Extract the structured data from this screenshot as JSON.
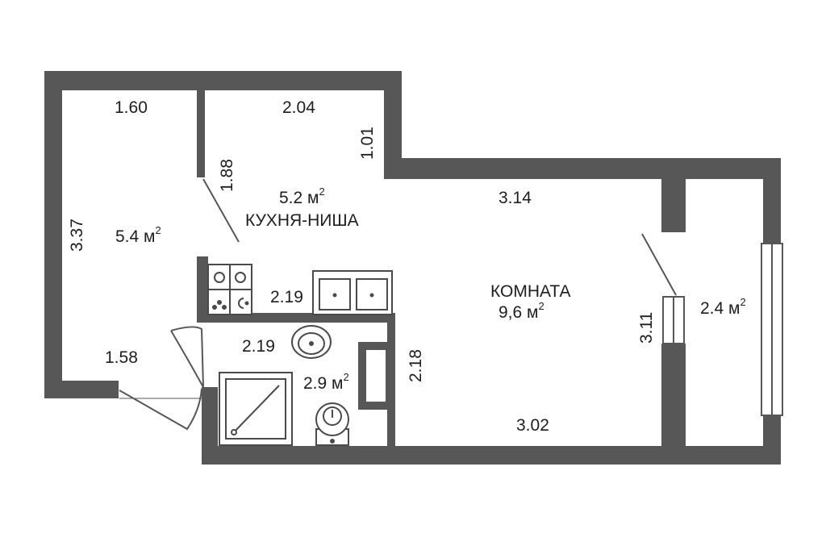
{
  "rooms": [
    {
      "id": "hall",
      "area": "5.4 м",
      "sup": "2"
    },
    {
      "id": "kitchen",
      "area": "5.2 м",
      "sup": "2",
      "name": "КУХНЯ-НИША"
    },
    {
      "id": "room",
      "name": "КОМНАТА",
      "area": "9,6 м",
      "sup": "2"
    },
    {
      "id": "bath",
      "area": "2.9 м",
      "sup": "2"
    },
    {
      "id": "balcony",
      "area": "2.4 м",
      "sup": "2"
    }
  ],
  "dimensions": {
    "hall_top": "1.60",
    "hall_left": "3.37",
    "hall_bottom": "1.58",
    "hall_kitchen_wall": "1.88",
    "kitchen_top": "2.04",
    "kitchen_step": "1.01",
    "room_top": "3.14",
    "kitchen_counter": "2.19",
    "bath_top": "2.19",
    "bath_right": "2.18",
    "room_right": "3.11",
    "room_bottom": "3.02"
  },
  "colors": {
    "wall": "#575757",
    "fixture": "#4a4a4a",
    "background": "#ffffff"
  }
}
